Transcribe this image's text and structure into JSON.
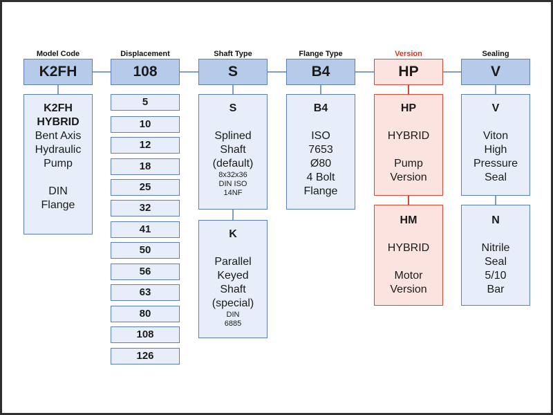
{
  "headers": {
    "model_code": "Model Code",
    "displacement": "Displacement",
    "shaft_type": "Shaft Type",
    "flange_type": "Flange Type",
    "version": "Version",
    "sealing": "Sealing"
  },
  "codes": {
    "model_code": "K2FH",
    "displacement": "108",
    "shaft_type": "S",
    "flange_type": "B4",
    "version": "HP",
    "sealing": "V"
  },
  "model": {
    "line1": "K2FH",
    "line2": "HYBRID",
    "line3": "Bent Axis",
    "line4": "Hydraulic",
    "line5": "Pump",
    "line6": "DIN",
    "line7": "Flange"
  },
  "displacements": [
    "5",
    "10",
    "12",
    "18",
    "25",
    "32",
    "41",
    "50",
    "56",
    "63",
    "80",
    "108",
    "126"
  ],
  "shaft_s": {
    "code": "S",
    "line1": "Splined",
    "line2": "Shaft",
    "line3": "(default)",
    "line4": "8x32x36",
    "line5": "DIN ISO",
    "line6": "14NF"
  },
  "shaft_k": {
    "code": "K",
    "line1": "Parallel",
    "line2": "Keyed",
    "line3": "Shaft",
    "line4": "(special)",
    "line5": "DIN",
    "line6": "6885"
  },
  "flange_b4": {
    "code": "B4",
    "line1": "ISO",
    "line2": "7653",
    "line3": "Ø80",
    "line4": "4 Bolt",
    "line5": "Flange"
  },
  "version_hp": {
    "code": "HP",
    "line1": "HYBRID",
    "line2": "Pump",
    "line3": "Version"
  },
  "version_hm": {
    "code": "HM",
    "line1": "HYBRID",
    "line2": "Motor",
    "line3": "Version"
  },
  "seal_v": {
    "code": "V",
    "line1": "Viton",
    "line2": "High",
    "line3": "Pressure",
    "line4": "Seal"
  },
  "seal_n": {
    "code": "N",
    "line1": "Nitrile",
    "line2": "Seal",
    "line3": "5/10",
    "line4": "Bar"
  },
  "colors": {
    "code_fill": "#b6cbea",
    "box_fill": "#e7eef9",
    "border_blue": "#5b7fb4",
    "connector": "#7f9fca",
    "version_accent": "#d9331e",
    "version_fill": "#fbe3df"
  }
}
